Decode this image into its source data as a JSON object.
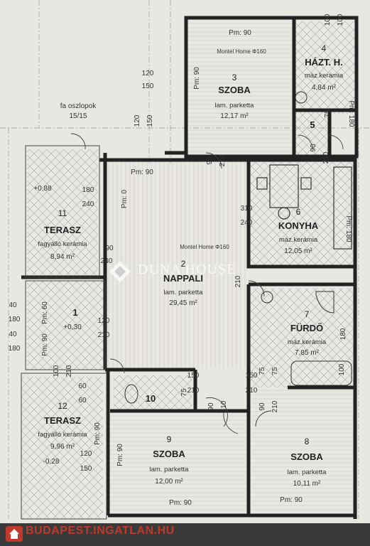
{
  "rooms": [
    {
      "num": "3",
      "name": "SZOBA",
      "material": "lam. parketta",
      "area": "12,17 m²"
    },
    {
      "num": "4",
      "name": "HÁZT. H.",
      "material": "máz.kerámia",
      "area": "4,84 m²"
    },
    {
      "num": "5",
      "name": "",
      "material": "",
      "area": ""
    },
    {
      "num": "6",
      "name": "KONYHA",
      "material": "máz.kerámia",
      "area": "12,05 m²"
    },
    {
      "num": "11",
      "name": "TERASZ",
      "material": "fagyálló kerámia",
      "area": "8,94 m²"
    },
    {
      "num": "2",
      "name": "NAPPALI",
      "material": "lam. parketta",
      "area": "29,45 m²"
    },
    {
      "num": "1",
      "name": "",
      "material": "",
      "area": ""
    },
    {
      "num": "7",
      "name": "FÜRDŐ",
      "material": "máz.kerámia",
      "area": "7,85 m²"
    },
    {
      "num": "10",
      "name": "",
      "material": "",
      "area": ""
    },
    {
      "num": "12",
      "name": "TERASZ",
      "material": "fagyálló kerámia",
      "area": "9,96 m²"
    },
    {
      "num": "9",
      "name": "SZOBA",
      "material": "lam. parketta",
      "area": "12,00 m²"
    },
    {
      "num": "8",
      "name": "SZOBA",
      "material": "lam. parketta",
      "area": "10,11 m²"
    }
  ],
  "labels": {
    "pm90_top": "Pm: 90",
    "montel_top": "Montel Home Φ160",
    "fa_oszlopok": "fa oszlopok",
    "fa_count": "15/15",
    "pm90_mid": "Pm: 90",
    "pm0": "Pm: 0",
    "pm180_right": "Pm: 180",
    "pm180_right2": "Pm: 180",
    "level_088": "+0,88",
    "montel_mid": "Montel Home Φ160",
    "level_030": "+0,30",
    "pm60": "Pm: 60",
    "pm90_1": "Pm: 90",
    "pm90_12": "Pm: 90",
    "level_028": "-0,28",
    "pm90_9": "Pm: 90",
    "pm90_9b": "Pm: 90",
    "pm90_8": "Pm: 90",
    "pm90_4": "Pm: 90"
  },
  "dims": {
    "d120a": "120",
    "d150a": "150",
    "d90a": "90",
    "d210a": "210",
    "d120b": "120",
    "d150b": "150",
    "d180a": "180",
    "d240a": "240",
    "d310": "310",
    "d240b": "240",
    "d90b": "90",
    "d240c": "240",
    "d75a": "75",
    "d210b": "210",
    "d90c": "90",
    "d210c": "210",
    "d40a": "40",
    "d180b": "180",
    "d40b": "40",
    "d180c": "180",
    "d120c": "120",
    "d210d": "210",
    "d100a": "100",
    "d210e": "210",
    "d60a": "60",
    "d60b": "60",
    "d120d": "120",
    "d150c": "150",
    "d75b": "75",
    "d150d": "150",
    "d210f": "210",
    "d90d": "90",
    "d210g": "210",
    "d90e": "90",
    "d210h": "210",
    "d100b": "100",
    "d210i": "210",
    "d75c": "75",
    "d75d": "75",
    "d100c": "100",
    "d180d": "180",
    "d100d": "100",
    "d100e": "100"
  },
  "watermark": "DUNA HOUSE",
  "footer_site": "BUDAPEST.INGATLAN.HU"
}
